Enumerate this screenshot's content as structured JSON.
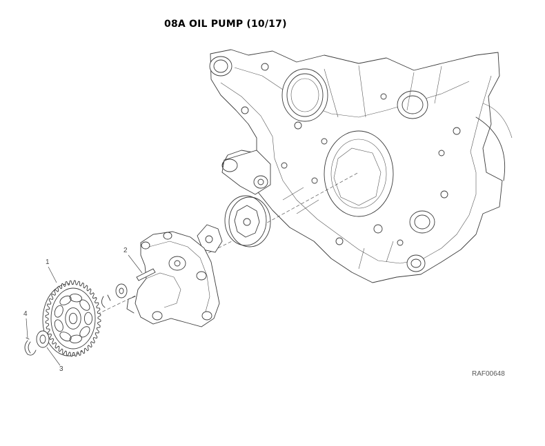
{
  "title": "08A OIL PUMP (10/17)",
  "drawing_code": "RAF00648",
  "callouts": {
    "c1": "1",
    "c2": "2",
    "c3": "3",
    "c4": "4"
  }
}
